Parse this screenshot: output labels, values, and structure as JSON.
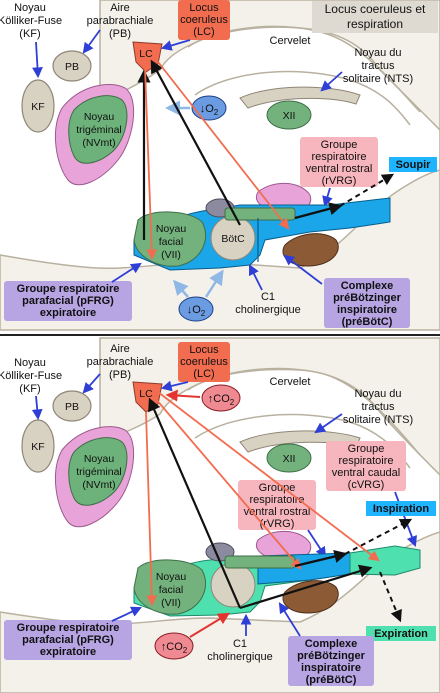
{
  "title": {
    "line1": "Locus coeruleus et",
    "line2": "respiration"
  },
  "colors": {
    "lc": "#f26d4f",
    "pb_kf": "#d8d2c2",
    "nvmt_outer": "#e8a3d8",
    "nvmt_inner": "#6db27a",
    "green": "#73b27d",
    "blue": "#1aa6e8",
    "aqua": "#4fe0b0",
    "brown": "#8c5a35",
    "pink_label": "#f7b6bd",
    "purple_label": "#b6a4e3",
    "cyan_label": "#1fb4ff",
    "arrow_black": "#111111",
    "arrow_blue": "#2f3fd6",
    "arrow_red": "#e3342f",
    "arrow_lightblue": "#8fb8e6"
  },
  "top": {
    "kf": {
      "name_line1": "Noyau",
      "name_line2": "Kölliker-Fuse",
      "name_line3": "(KF)",
      "abbr": "KF"
    },
    "pb": {
      "name_line1": "Aire",
      "name_line2": "parabrachiale",
      "name_line3": "(PB)",
      "abbr": "PB"
    },
    "lc": {
      "name_line1": "Locus",
      "name_line2": "coeruleus",
      "name_line3": "(LC)",
      "abbr": "LC"
    },
    "cervelet": "Cervelet",
    "nts": {
      "line1": "Noyau du",
      "line2": "tractus",
      "line3": "solitaire (NTS)"
    },
    "xii": "XII",
    "nvmt": {
      "line1": "Noyau",
      "line2": "trigéminal",
      "line3": "(NVmt)"
    },
    "rvrg": {
      "line1": "Groupe",
      "line2": "respiratoire",
      "line3": "ventral rostral",
      "line4": "(rVRG)"
    },
    "soupir": "Soupir",
    "facial": {
      "line1": "Noyau",
      "line2": "facial",
      "line3": "(VII)"
    },
    "botc": "BötC",
    "o2_upper": {
      "arrow": "↓",
      "text": "O",
      "sub": "2"
    },
    "o2_lower": {
      "arrow": "↓",
      "text": "O",
      "sub": "2"
    },
    "pfrg": {
      "line1": "Groupe respiratoire",
      "line2": "parafacial (pFRG)",
      "line3": "expiratoire"
    },
    "c1": {
      "line1": "C1",
      "line2": "cholinergique"
    },
    "prebotc": {
      "line1": "Complexe",
      "line2": "préBötzinger",
      "line3": "inspiratoire",
      "line4": "(préBötC)"
    }
  },
  "bottom": {
    "kf": {
      "name_line1": "Noyau",
      "name_line2": "Kölliker-Fuse",
      "name_line3": "(KF)",
      "abbr": "KF"
    },
    "pb": {
      "name_line1": "Aire",
      "name_line2": "parabrachiale",
      "name_line3": "(PB)",
      "abbr": "PB"
    },
    "lc": {
      "name_line1": "Locus",
      "name_line2": "coeruleus",
      "name_line3": "(LC)",
      "abbr": "LC"
    },
    "co2_upper": {
      "arrow": "↑",
      "text": "CO",
      "sub": "2"
    },
    "cervelet": "Cervelet",
    "nts": {
      "line1": "Noyau du",
      "line2": "tractus",
      "line3": "solitaire (NTS)"
    },
    "xii": "XII",
    "cvrg": {
      "line1": "Groupe",
      "line2": "respiratoire",
      "line3": "ventral caudal",
      "line4": "(cVRG)"
    },
    "nvmt": {
      "line1": "Noyau",
      "line2": "trigéminal",
      "line3": "(NVmt)"
    },
    "rvrg": {
      "line1": "Groupe",
      "line2": "respiratoire",
      "line3": "ventral rostral",
      "line4": "(rVRG)"
    },
    "inspiration": "Inspiration",
    "facial": {
      "line1": "Noyau",
      "line2": "facial",
      "line3": "(VII)"
    },
    "expiration": "Expiration",
    "pfrg": {
      "line1": "Groupe respiratoire",
      "line2": "parafacial (pFRG)",
      "line3": "expiratoire"
    },
    "co2_lower": {
      "arrow": "↑",
      "text": "CO",
      "sub": "2"
    },
    "c1": {
      "line1": "C1",
      "line2": "cholinergique"
    },
    "prebotc": {
      "line1": "Complexe",
      "line2": "préBötzinger",
      "line3": "inspiratoire",
      "line4": "(préBötC)"
    }
  }
}
